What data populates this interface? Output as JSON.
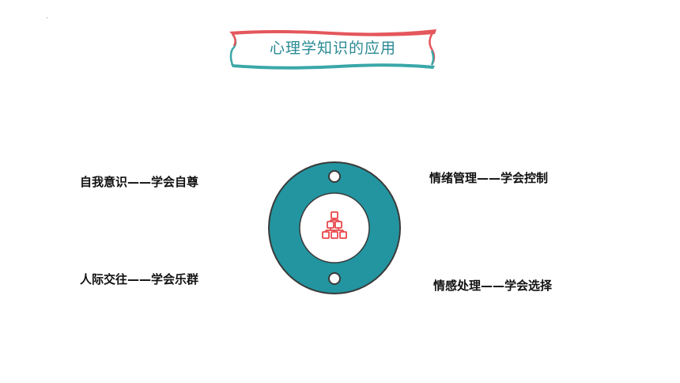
{
  "title": "心理学知识的应用",
  "items": {
    "top_left": "自我意识——学会自尊",
    "top_right": "情绪管理——学会控制",
    "bottom_left": "人际交往——学会乐群",
    "bottom_right": "情感处理——学会选择"
  },
  "colors": {
    "ring": "#2295a0",
    "ring_stroke": "#3a3a3a",
    "title_text": "#2a8a93",
    "banner_red": "#e4575c",
    "banner_teal": "#3aa7a8",
    "hierarchy_icon": "#e8484b"
  },
  "icons": {
    "center": "hierarchy-icon"
  }
}
